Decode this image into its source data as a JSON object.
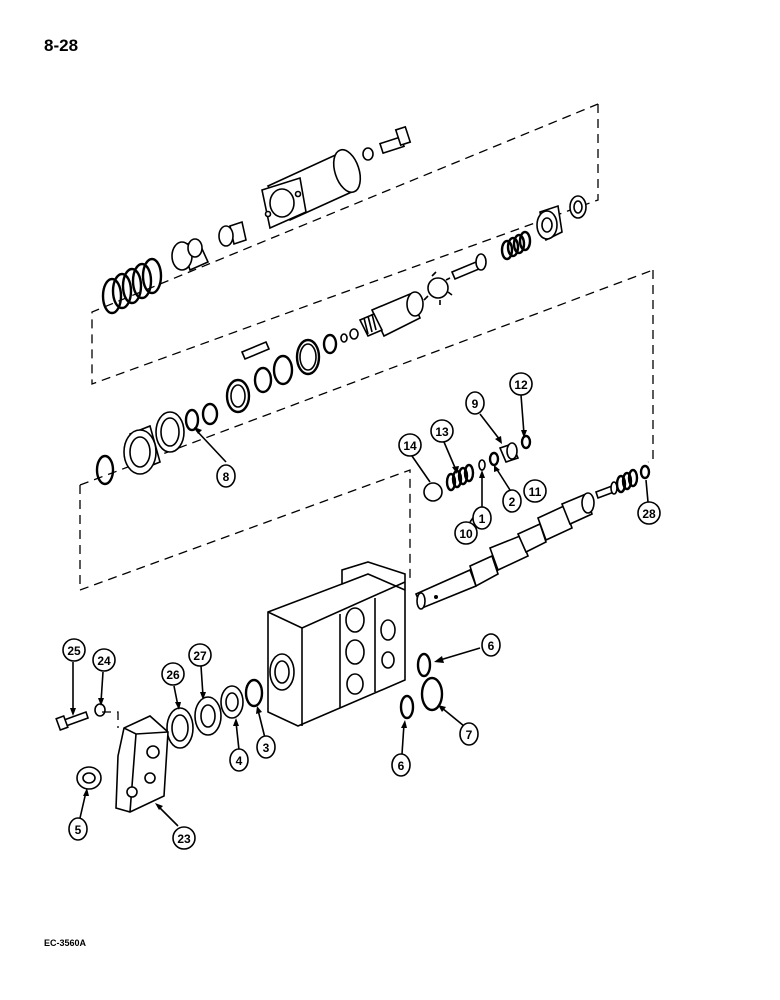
{
  "header": {
    "page_number": "8-28"
  },
  "footer": {
    "figure_code": "EC-3560A"
  },
  "callouts": [
    {
      "id": "c1",
      "label": "1"
    },
    {
      "id": "c2",
      "label": "2"
    },
    {
      "id": "c3",
      "label": "3"
    },
    {
      "id": "c4",
      "label": "4"
    },
    {
      "id": "c5",
      "label": "5"
    },
    {
      "id": "c6a",
      "label": "6"
    },
    {
      "id": "c6b",
      "label": "6"
    },
    {
      "id": "c7",
      "label": "7"
    },
    {
      "id": "c8",
      "label": "8"
    },
    {
      "id": "c9",
      "label": "9"
    },
    {
      "id": "c10",
      "label": "10"
    },
    {
      "id": "c11",
      "label": "11"
    },
    {
      "id": "c12",
      "label": "12"
    },
    {
      "id": "c13",
      "label": "13"
    },
    {
      "id": "c14",
      "label": "14"
    },
    {
      "id": "c23",
      "label": "23"
    },
    {
      "id": "c24",
      "label": "24"
    },
    {
      "id": "c25",
      "label": "25"
    },
    {
      "id": "c26",
      "label": "26"
    },
    {
      "id": "c27",
      "label": "27"
    },
    {
      "id": "c28",
      "label": "28"
    }
  ]
}
